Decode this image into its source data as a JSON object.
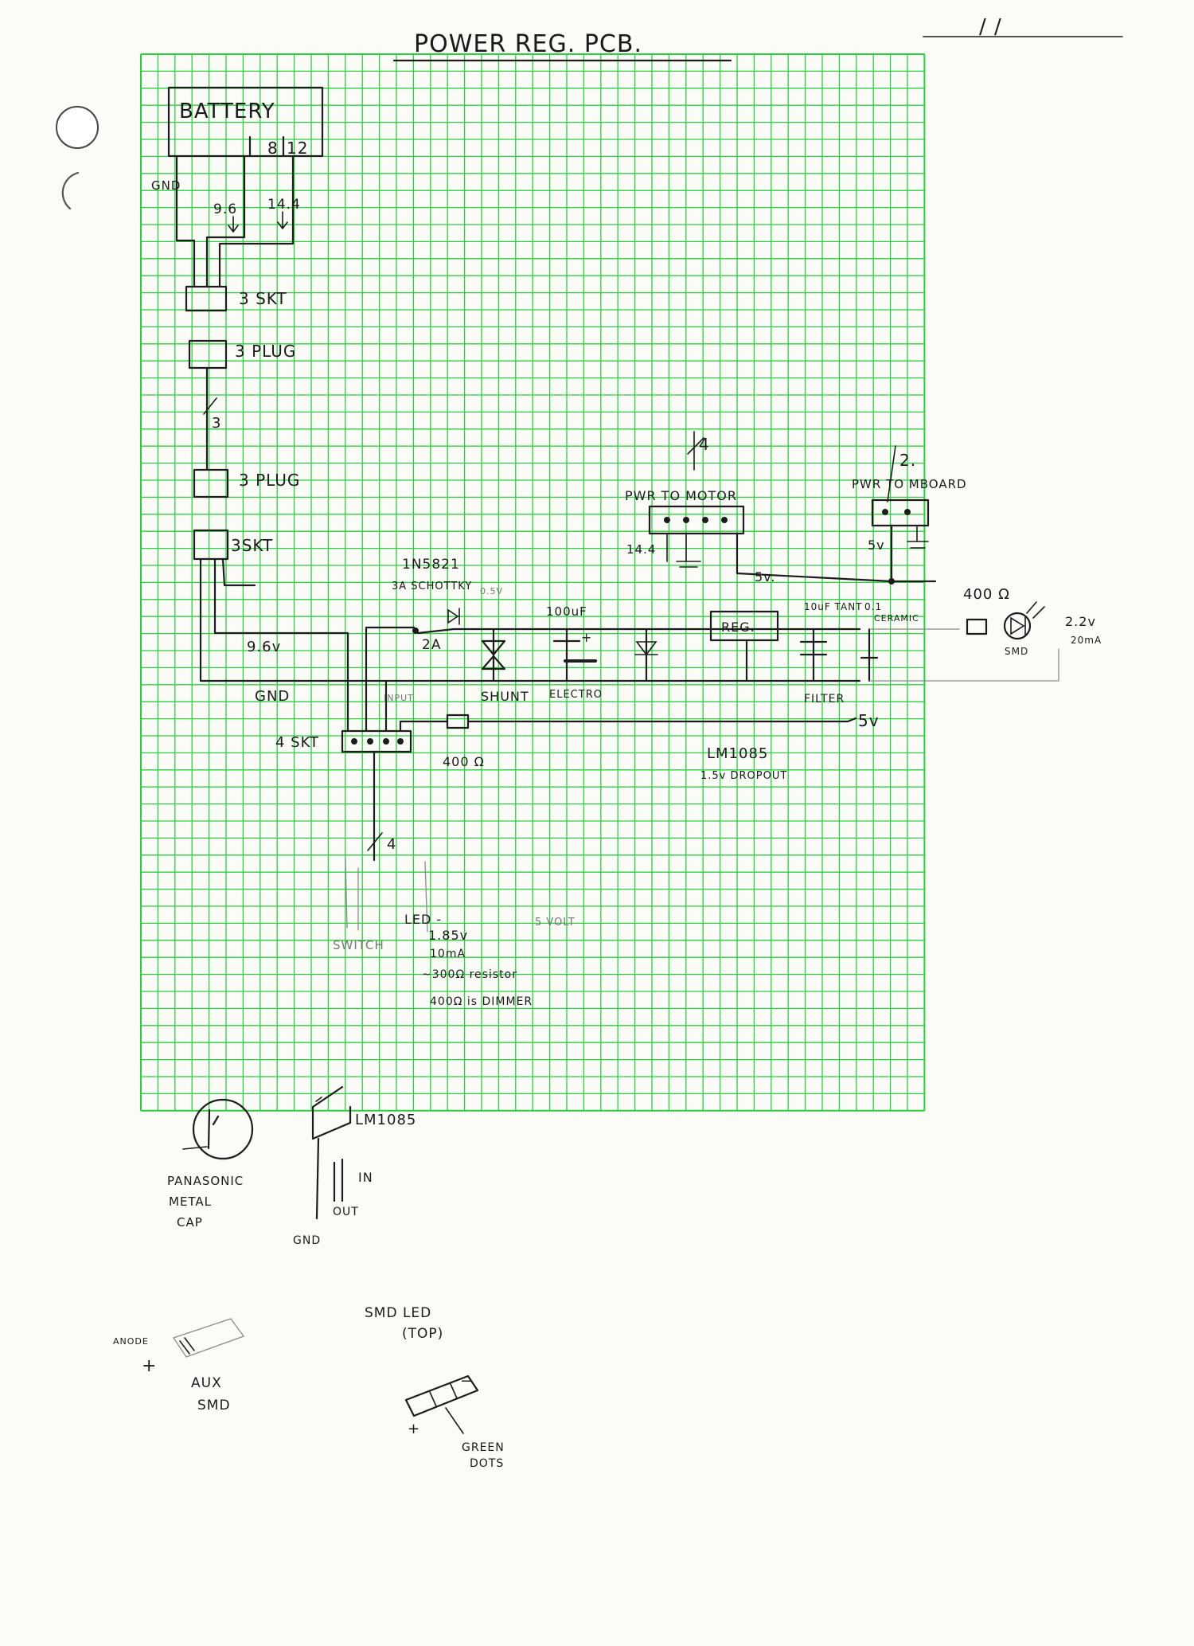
{
  "title": "POWER REG. PCB.",
  "date": "/ /",
  "colors": {
    "grid": "#2ecc40",
    "ink": "#1c1c1c",
    "paper": "#fbfbf8"
  },
  "labels": {
    "battery": "BATTERY",
    "battery_pin_a": "8",
    "battery_pin_b": "12",
    "gnd_top": "GND",
    "v96_top": "9.6",
    "v144_top": "14.4",
    "socket3_a": "3 SKT",
    "plug3_a": "3 PLUG",
    "wire3": "3",
    "plug3_b": "3 PLUG",
    "socket3_b": "3SKT",
    "schottky": "1N5821",
    "schottky_rating": "3A SCHOTTKY",
    "drop": "0.5V",
    "amps": "2A",
    "v96_wire": "9.6v",
    "gnd_wire": "GND",
    "shunt": "SHUNT",
    "cap100": "100uF",
    "electro": "ELECTRO",
    "motor_count": "4",
    "motor": "PWR TO MOTOR",
    "motor_v": "14.4",
    "reg": "REG.",
    "reg_5v": "5v.",
    "mboard_count": "2.",
    "mboard": "PWR TO MBOARD",
    "mboard_5v": "5v",
    "tant": "10uF TANT",
    "ceramic_val": "0.1",
    "ceramic": "CERAMIC",
    "filter": "FILTER",
    "r400_right": "400 Ω",
    "led_v": "2.2v",
    "led_i": "20mA",
    "smd": "SMD",
    "socket4": "4 SKT",
    "r400": "400 Ω",
    "out_5v": "5v",
    "input_label": "INPUT",
    "lm1085": "LM1085",
    "dropout": "1.5v DROPOUT",
    "wire4": "4",
    "switch": "SWITCH",
    "note_led": "LED -",
    "note_v": "1.85v",
    "note_i": "10mA",
    "note_r": "~300Ω resistor",
    "note_dim": "400Ω is DIMMER",
    "note_faint": "5 VOLT",
    "cap_line1": "PANASONIC",
    "cap_line2": "METAL",
    "cap_line3": "CAP",
    "lm_label": "LM1085",
    "pin_in": "IN",
    "pin_out": "OUT",
    "pin_gnd": "GND",
    "smd_title1": "SMD LED",
    "smd_title2": "(TOP)",
    "green_dots1": "GREEN",
    "green_dots2": "DOTS",
    "anode": "ANODE",
    "plus_a": "+",
    "plus_b": "+",
    "minus": "−",
    "aux1": "AUX",
    "aux2": "SMD"
  }
}
